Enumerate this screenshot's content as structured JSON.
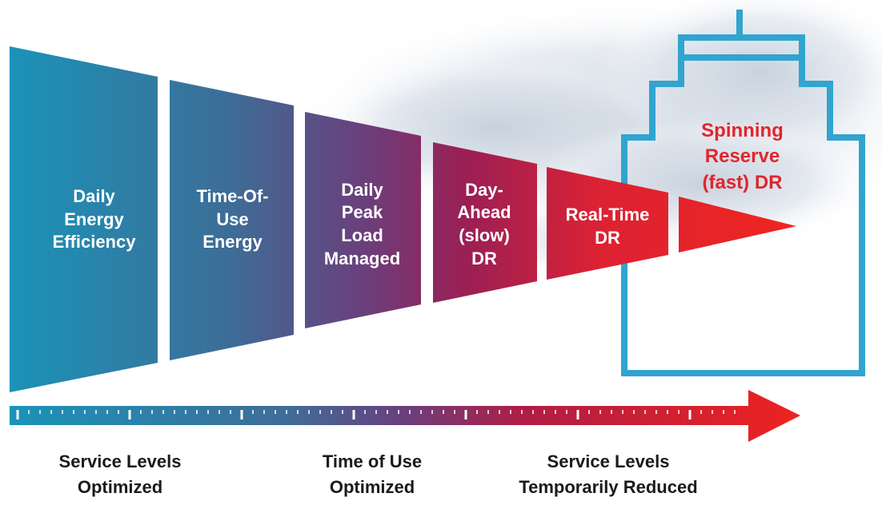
{
  "colors": {
    "teal": "#1b93b8",
    "purple": "#6a3f7c",
    "magenta": "#a01d4d",
    "red": "#ec2026",
    "house_outline": "#31a4cf",
    "reserve_text": "#e0262b"
  },
  "segments": [
    {
      "label": "Daily\nEnergy\nEfficiency"
    },
    {
      "label": "Time-Of-\nUse\nEnergy"
    },
    {
      "label": "Daily\nPeak\nLoad\nManaged"
    },
    {
      "label": "Day-\nAhead\n(slow)\nDR"
    },
    {
      "label": "Real-Time\nDR"
    },
    {
      "label": ""
    }
  ],
  "spinning_reserve": {
    "label": "Spinning\nReserve\n(fast) DR"
  },
  "axis_captions": [
    {
      "label": "Service Levels\nOptimized"
    },
    {
      "label": "Time of Use\nOptimized"
    },
    {
      "label": "Service Levels\nTemporarily Reduced"
    }
  ]
}
